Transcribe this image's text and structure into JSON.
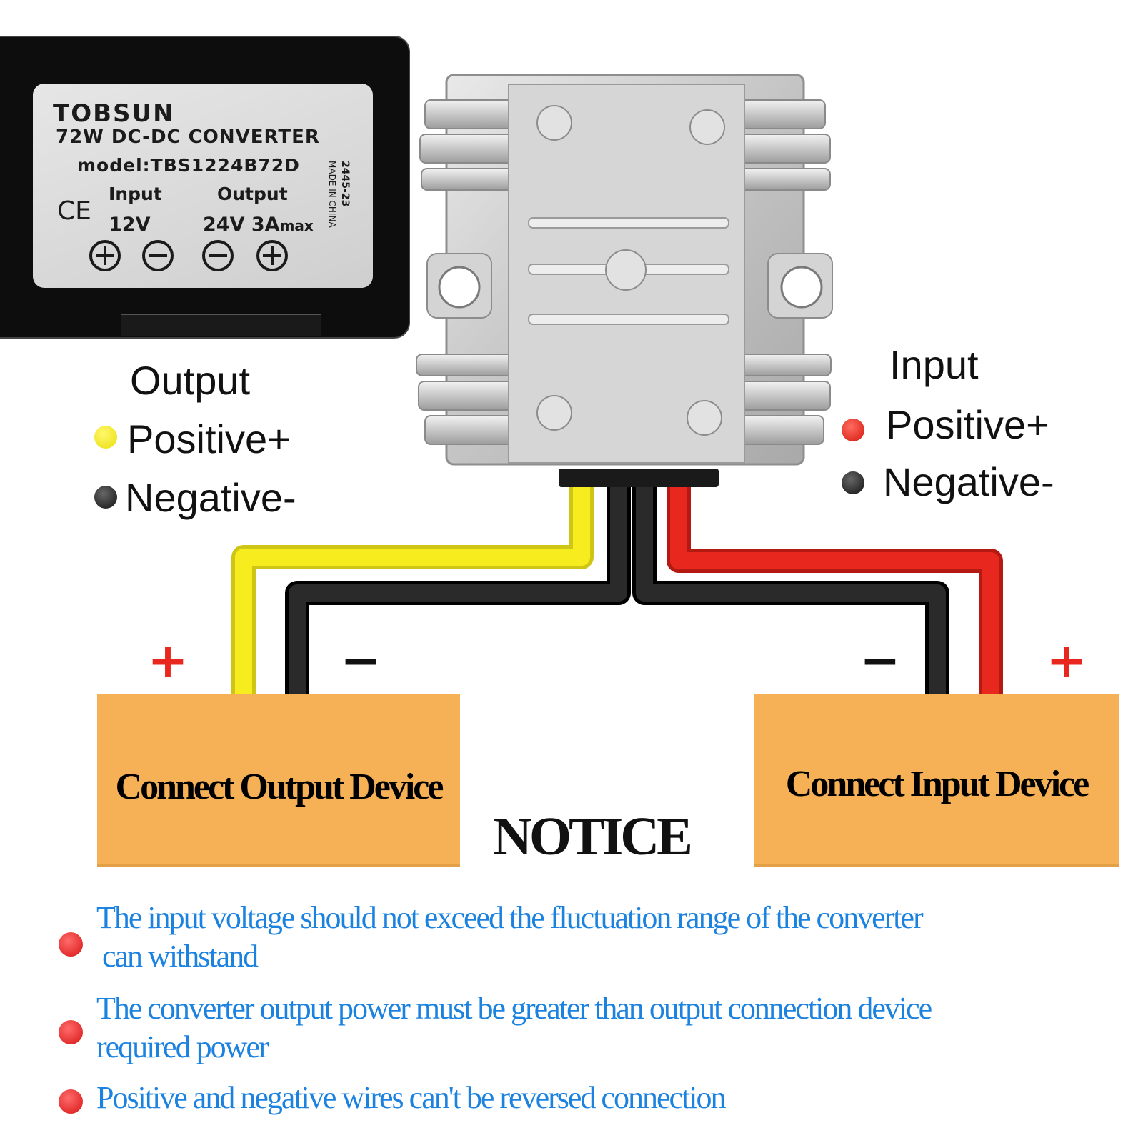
{
  "label": {
    "brand": "TOBSUN",
    "product": "72W DC-DC CONVERTER",
    "model": "model:TBS1224B72D",
    "cert": "CE",
    "input_heading": "Input",
    "output_heading": "Output",
    "input_voltage": "12V",
    "output_voltage": "24V 3A",
    "output_suffix": "max",
    "batch": "2445-23",
    "origin": "MADE IN CHINA",
    "terminals": [
      "+",
      "−",
      "−",
      "+"
    ]
  },
  "output_legend": {
    "title": "Output",
    "positive": "Positive+",
    "negative": "Negative-",
    "positive_color": "#f7ec1e",
    "negative_color": "#222222"
  },
  "input_legend": {
    "title": "Input",
    "positive": "Positive+",
    "negative": "Negative-",
    "positive_color": "#e8281e",
    "negative_color": "#222222"
  },
  "polarity": {
    "output_plus": "+",
    "output_minus": "−",
    "input_minus": "−",
    "input_plus": "+"
  },
  "devices": {
    "output": "Connect Output Device",
    "input": "Connect Input Device",
    "color": "#f6b156"
  },
  "notice": {
    "title": "NOTICE",
    "items": [
      {
        "line1": "The input voltage  should not exceed the fluctuation range of the converter",
        "line2": "can withstand"
      },
      {
        "line1": "The converter output power must be  greater than output connection device",
        "line2": "required power"
      },
      {
        "line1": "Positive and negative wires can't be  reversed connection",
        "line2": ""
      }
    ],
    "text_color": "#1c82e0",
    "bullet_color": "#e01f1f"
  },
  "wire_colors": {
    "yellow": "#f7ec1e",
    "black": "#1e1e1e",
    "red": "#e8281e"
  }
}
